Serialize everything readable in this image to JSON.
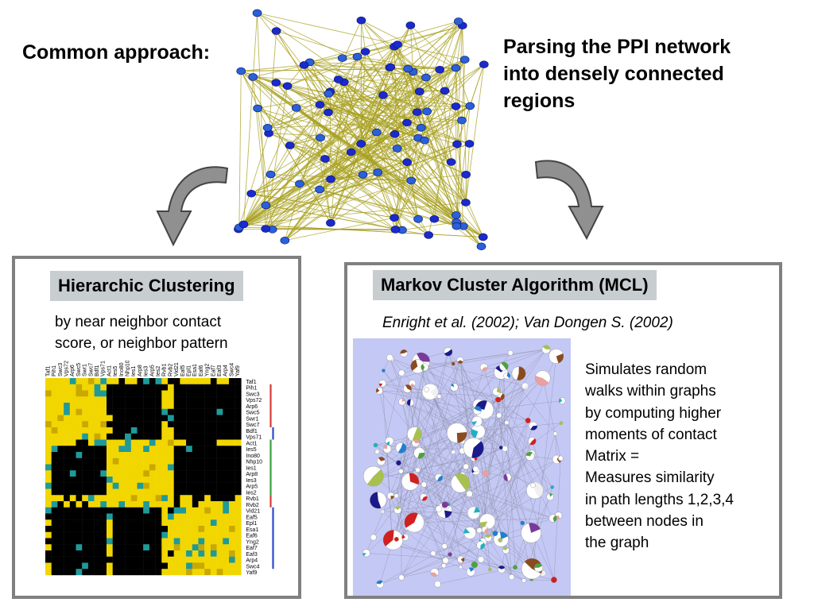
{
  "header": {
    "common_approach": "Common approach:",
    "goal": "Parsing the PPI network\ninto densely connected\nregions"
  },
  "left_panel": {
    "title": "Hierarchic Clustering",
    "description": "by near neighbor contact\nscore, or neighbor pattern",
    "heatmap": {
      "top_labels": [
        "Taf1",
        "Pih1",
        "Swc3",
        "Vps72",
        "Arp6",
        "Swc5",
        "Swr1",
        "Swc7",
        "Bdf1",
        "Vps71",
        "Act1",
        "Ies5",
        "Ino80",
        "Nhp10",
        "Ies1",
        "Arp8",
        "Ies3",
        "Arp5",
        "Ies2",
        "Rvb1",
        "Rvb2",
        "Vid21",
        "Eaf5",
        "Epl1",
        "Esa1",
        "Eaf6",
        "Yng2",
        "Eaf7",
        "Eaf3",
        "Arp4",
        "Swc4",
        "Yaf9"
      ],
      "side_labels": [
        "Taf1",
        "Pih1",
        "Swc3",
        "Vps72",
        "Arp6",
        "Swc5",
        "Swr1",
        "Swc7",
        "Bdf1",
        "Vps71",
        "Act1",
        "Ies5",
        "Ino80",
        "Nhp10",
        "Ies1",
        "Arp8",
        "Ies3",
        "Arp5",
        "Ies2",
        "Rvb1",
        "Rvb2",
        "Vid21",
        "Eaf5",
        "Epl1",
        "Esa1",
        "Eaf6",
        "Yng2",
        "Eaf7",
        "Eaf3",
        "Arp4",
        "Swc4",
        "Yaf9"
      ],
      "colors": {
        "high": "#f2d600",
        "mid": "#1f9a9a",
        "low": "#000000"
      }
    }
  },
  "right_panel": {
    "title": "Markov Cluster Algorithm (MCL)",
    "reference": "Enright et al. (2002);  Van Dongen S. (2002)",
    "description": "Simulates random\nwalks within graphs\nby computing higher\nmoments of contact\nMatrix    =\nMeasures similarity\nin path lengths 1,2,3,4\nbetween nodes in\nthe graph"
  },
  "colors": {
    "network_edge": "#a8a020",
    "network_node": "#1a2acc",
    "panel_border": "#808080",
    "title_bg": "#c8cdd0",
    "mcl_bg": "#c4c8f4"
  }
}
